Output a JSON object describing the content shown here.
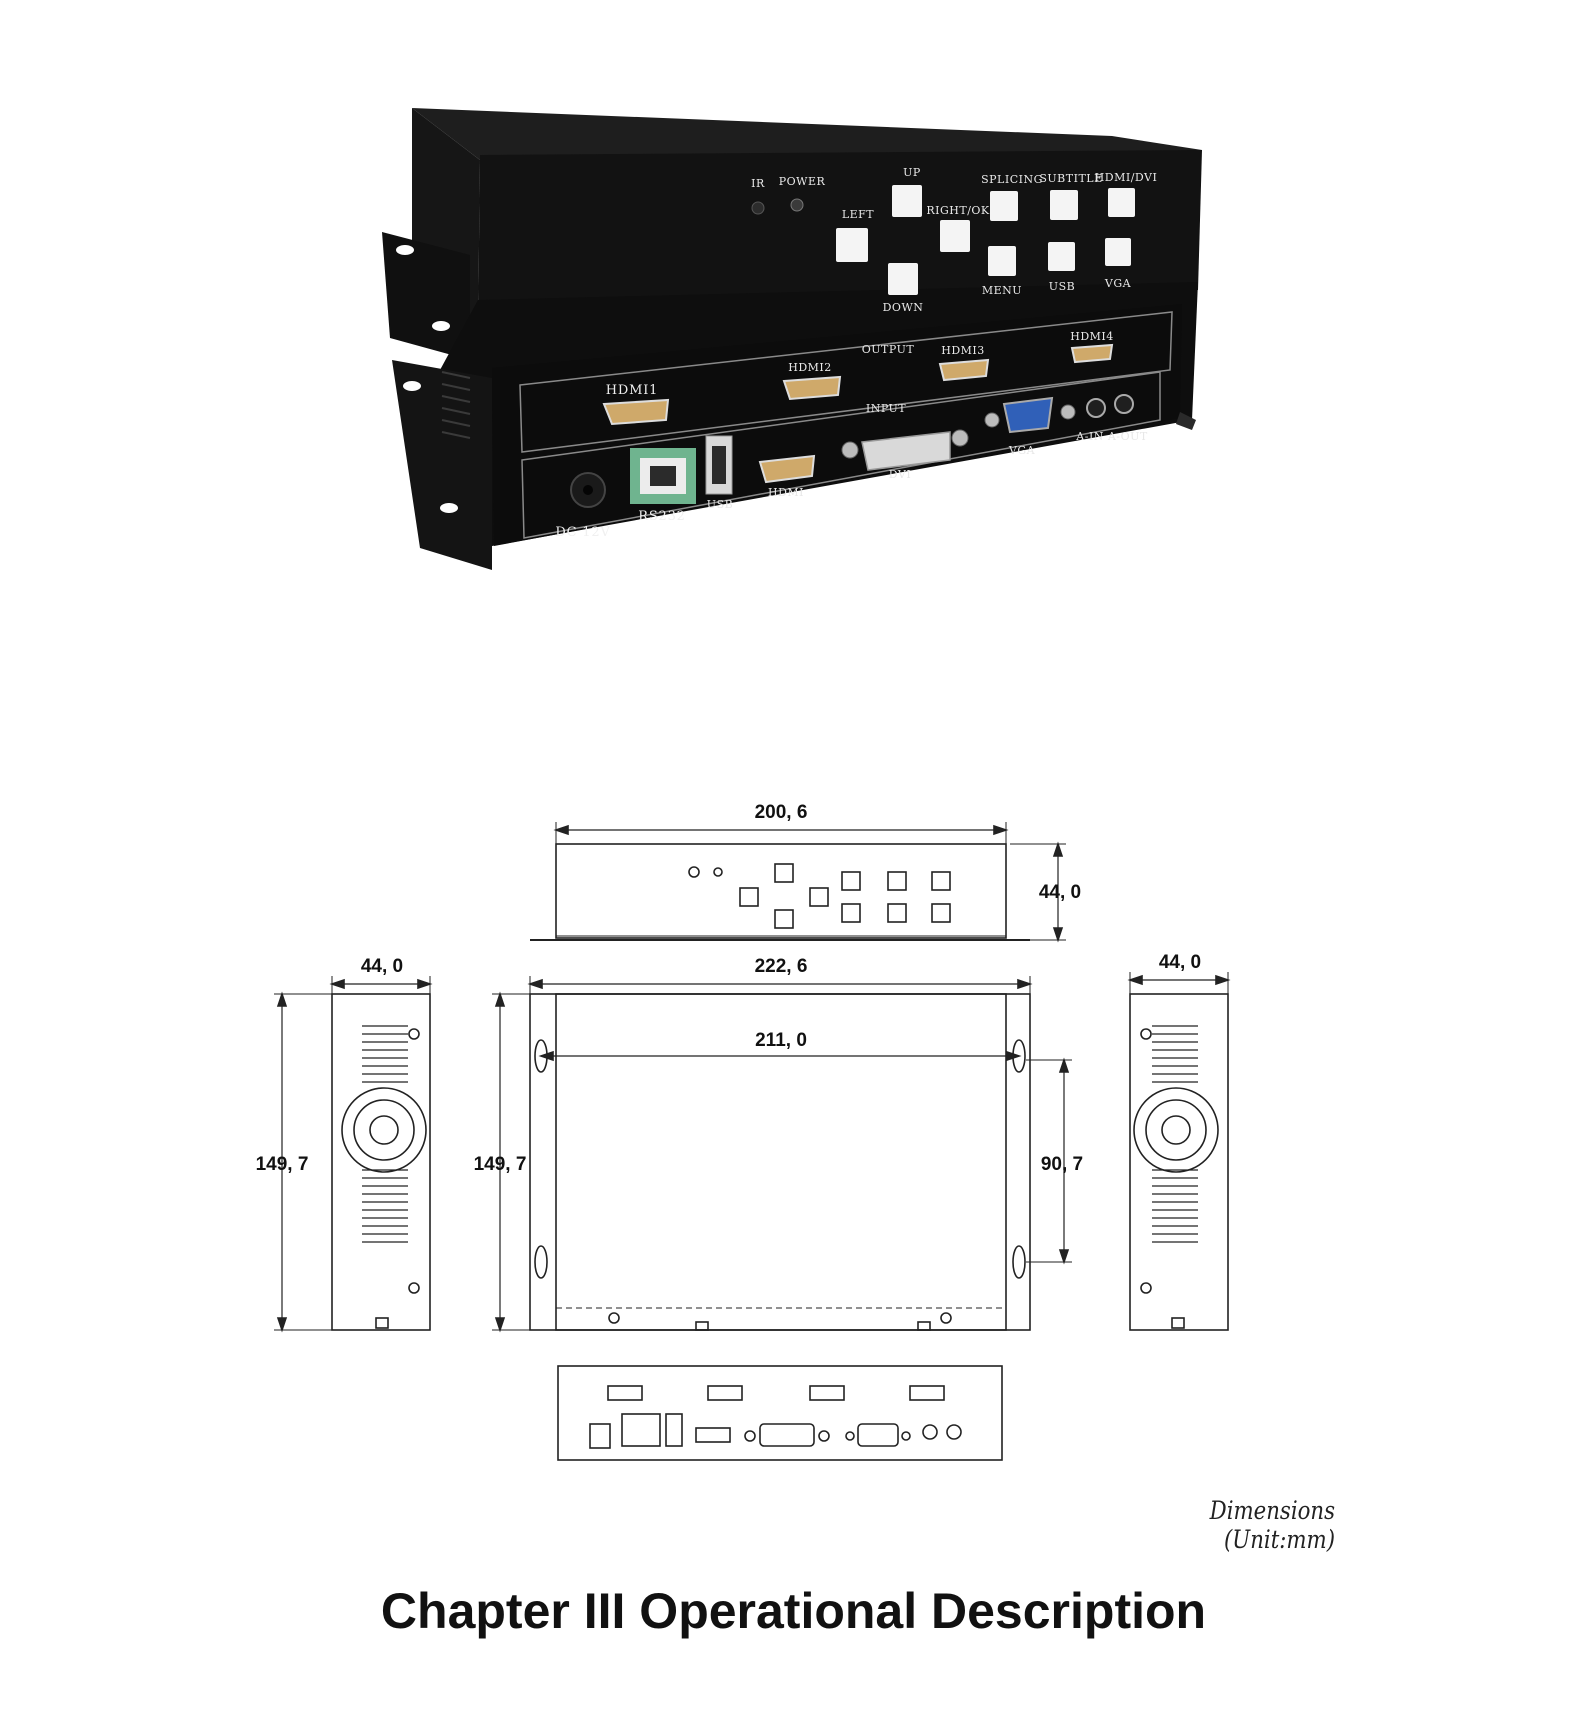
{
  "device_photo": {
    "front_panel": {
      "indicators": [
        "IR",
        "POWER"
      ],
      "buttons": [
        "UP",
        "LEFT",
        "RIGHT/OK",
        "DOWN",
        "SPLICING",
        "SUBTITLE",
        "HDMI/DVI",
        "MENU",
        "USB",
        "VGA"
      ]
    },
    "rear_panel": {
      "output_label": "OUTPUT",
      "outputs": [
        "HDMI1",
        "HDMI2",
        "HDMI3",
        "HDMI4"
      ],
      "input_label": "INPUT",
      "inputs": [
        "DC 12V",
        "RS232",
        "USB",
        "HDMI",
        "DVI",
        "VGA",
        "A-IN A-OUT"
      ]
    }
  },
  "drawing": {
    "dimensions": {
      "front_width": "200, 6",
      "front_height": "44, 0",
      "side_left_width": "44, 0",
      "side_left_depth": "149, 7",
      "top_depth": "149, 7",
      "top_width_flange": "222, 6",
      "top_mount_spacing": "211, 0",
      "top_mount_vertical": "90, 7",
      "side_right_width": "44, 0"
    },
    "caption": "Dimensions (Unit:mm)"
  },
  "chapter_heading": "Chapter III Operational Description"
}
